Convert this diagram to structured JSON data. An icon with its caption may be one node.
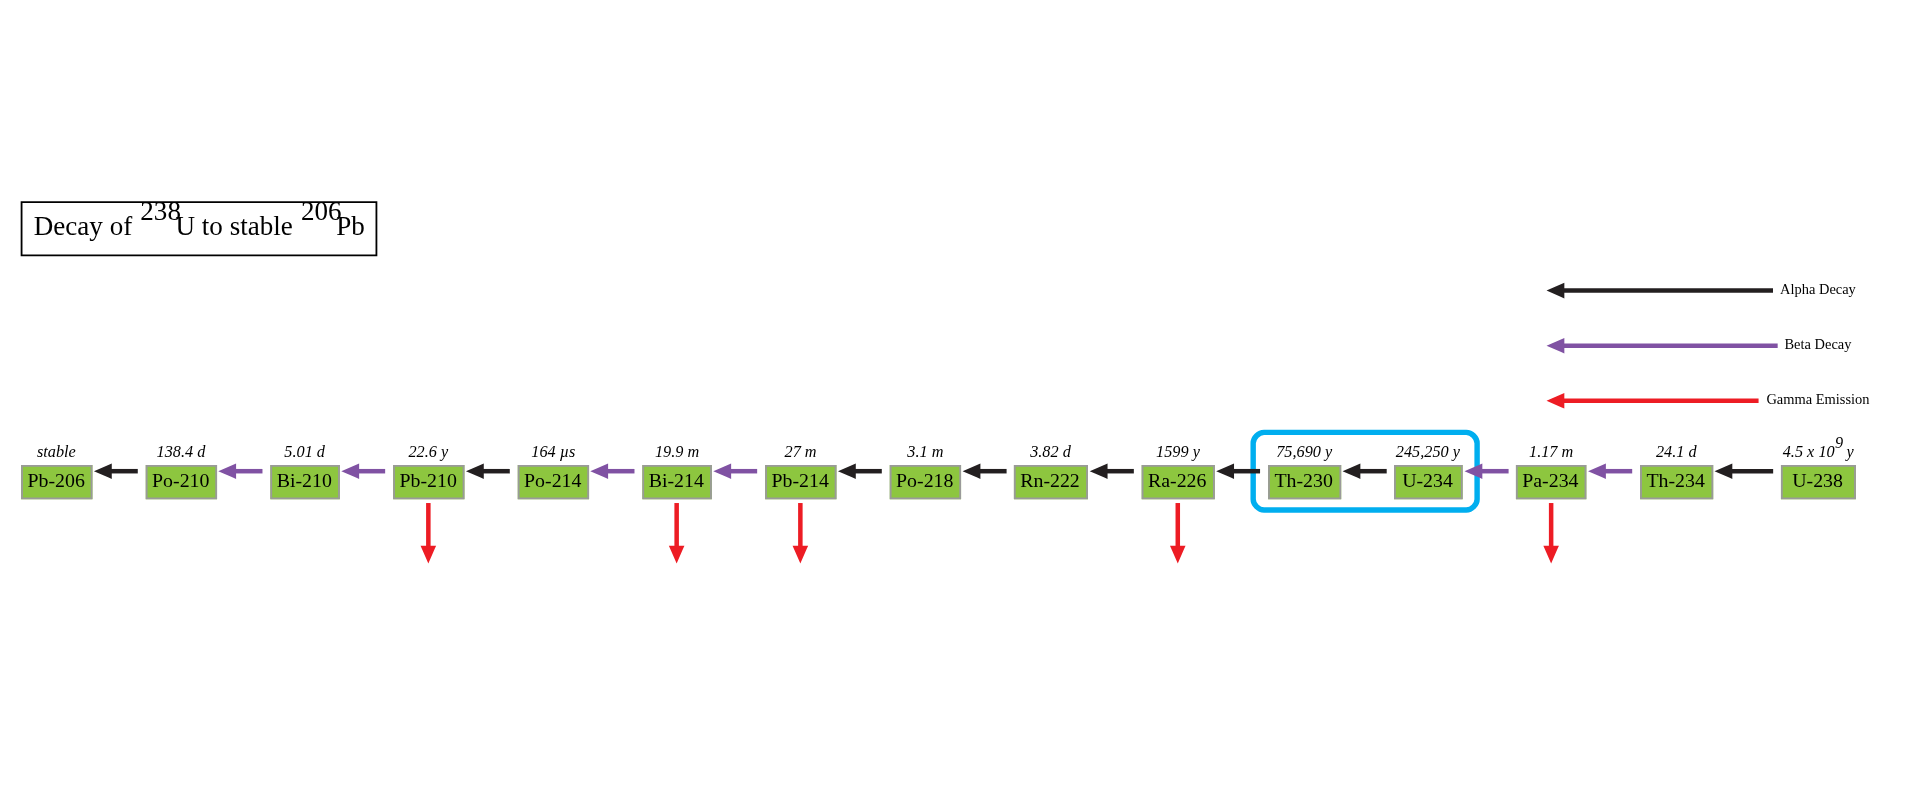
{
  "diagram": {
    "title": "Decay of $^{238}$U to stable $^{206}$Pb",
    "nodes": [
      {
        "text": [],
        "shape": "box"
      },
      {
        "text": [
          "U-234"
        ],
        "in": 0,
        "beside": [
          "245,250 y"
        ]
      },
      {
        "text": [
          "U-238"
        ],
        "beside": [
          "4.5 x 10$^{9}$ y"
        ]
      },
      {
        "text": [
          "Pa-234"
        ],
        "beside": [
          "1.17 m"
        ]
      },
      {
        "text": [
          "Th-230"
        ],
        "in": 0,
        "beside": [
          "75,690 y"
        ]
      },
      {
        "text": [
          "Th-234"
        ],
        "beside": [
          "24.1 d"
        ]
      },
      {
        "text": [
          "Ra-226"
        ],
        "beside": [
          "1599 y"
        ]
      },
      {
        "text": [
          "Rn-222"
        ],
        "beside": [
          "3.82 d"
        ]
      },
      {
        "text": [
          "Po-210"
        ],
        "beside": [
          "138.4 d"
        ]
      },
      {
        "text": [
          "Po-214"
        ],
        "beside": [
          "164 µs"
        ]
      },
      {
        "text": [
          "Bi-210"
        ],
        "beside": [
          "5.01 d"
        ]
      },
      {
        "text": [
          "Bi-214"
        ],
        "beside": [
          "19.9 m"
        ]
      },
      {
        "text": [
          "Po-218"
        ],
        "beside": [
          "3.1 m"
        ]
      },
      {
        "text": [
          "Pb-206"
        ],
        "beside": [
          "stable"
        ]
      },
      {
        "text": [
          "Pb-210"
        ],
        "beside": [
          "22.6 y"
        ]
      },
      {
        "text": [
          "Pb-214"
        ],
        "beside": [
          "27 m"
        ]
      }
    ],
    "edges": [
      {
        "from": 2,
        "to": 5,
        "arrow": "to"
      },
      {
        "from": 5,
        "to": 3,
        "arrow": "to",
        "color": "#8052a3"
      },
      {
        "from": 3,
        "to": 1,
        "arrow": "to",
        "color": "#8052a3"
      },
      {
        "from": 3,
        "to": null,
        "arrow": "to",
        "color": "#ed1c24"
      },
      {
        "from": 1,
        "to": 4,
        "arrow": "to"
      },
      {
        "from": 4,
        "to": 6,
        "arrow": "to"
      },
      {
        "from": 6,
        "to": null,
        "arrow": "to",
        "color": "#ed1c24"
      },
      {
        "from": 6,
        "to": 7,
        "arrow": "to"
      },
      {
        "from": 7,
        "to": 12,
        "arrow": "to"
      },
      {
        "from": 12,
        "to": 15,
        "arrow": "to"
      },
      {
        "from": 15,
        "to": 11,
        "arrow": "to",
        "color": "#8052a3"
      },
      {
        "from": 15,
        "to": null,
        "arrow": "to",
        "color": "#ed1c24"
      },
      {
        "from": 11,
        "to": 9,
        "arrow": "to",
        "color": "#8052a3"
      },
      {
        "from": 11,
        "to": null,
        "arrow": "to",
        "color": "#ed1c24"
      },
      {
        "from": 9,
        "to": 14,
        "arrow": "to"
      },
      {
        "from": 14,
        "to": 10,
        "arrow": "to",
        "color": "#8052a3"
      },
      {
        "from": 14,
        "to": null,
        "arrow": "to",
        "color": "#ed1c24"
      },
      {
        "from": 10,
        "to": 8,
        "arrow": "to",
        "color": "#8052a3"
      },
      {
        "from": 8,
        "to": 13,
        "arrow": "to"
      }
    ],
    "legend": [
      {
        "text": "Alpha Decay"
      },
      {
        "text": "Beta Decay"
      },
      {
        "text": "Gamma Emission"
      }
    ]
  }
}
